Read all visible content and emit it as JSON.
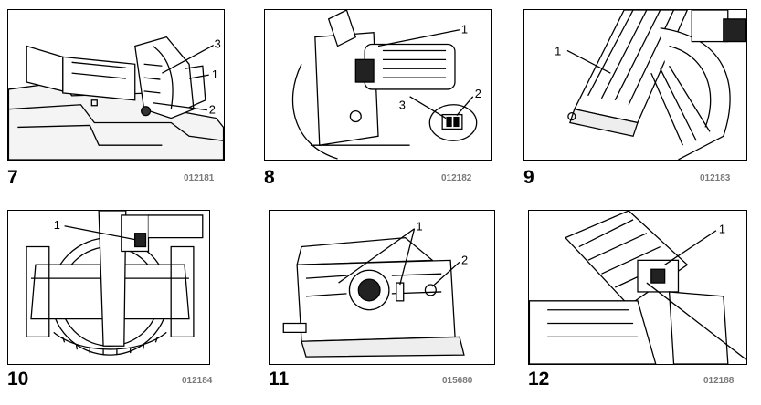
{
  "figures": [
    {
      "number": "7",
      "code": "012181",
      "callouts": [
        "1",
        "2",
        "3"
      ]
    },
    {
      "number": "8",
      "code": "012182",
      "callouts": [
        "1",
        "2",
        "3"
      ]
    },
    {
      "number": "9",
      "code": "012183",
      "callouts": [
        "1"
      ]
    },
    {
      "number": "10",
      "code": "012184",
      "callouts": [
        "1"
      ]
    },
    {
      "number": "11",
      "code": "015680",
      "callouts": [
        "1",
        "2"
      ]
    },
    {
      "number": "12",
      "code": "012188",
      "callouts": [
        "1"
      ]
    }
  ]
}
